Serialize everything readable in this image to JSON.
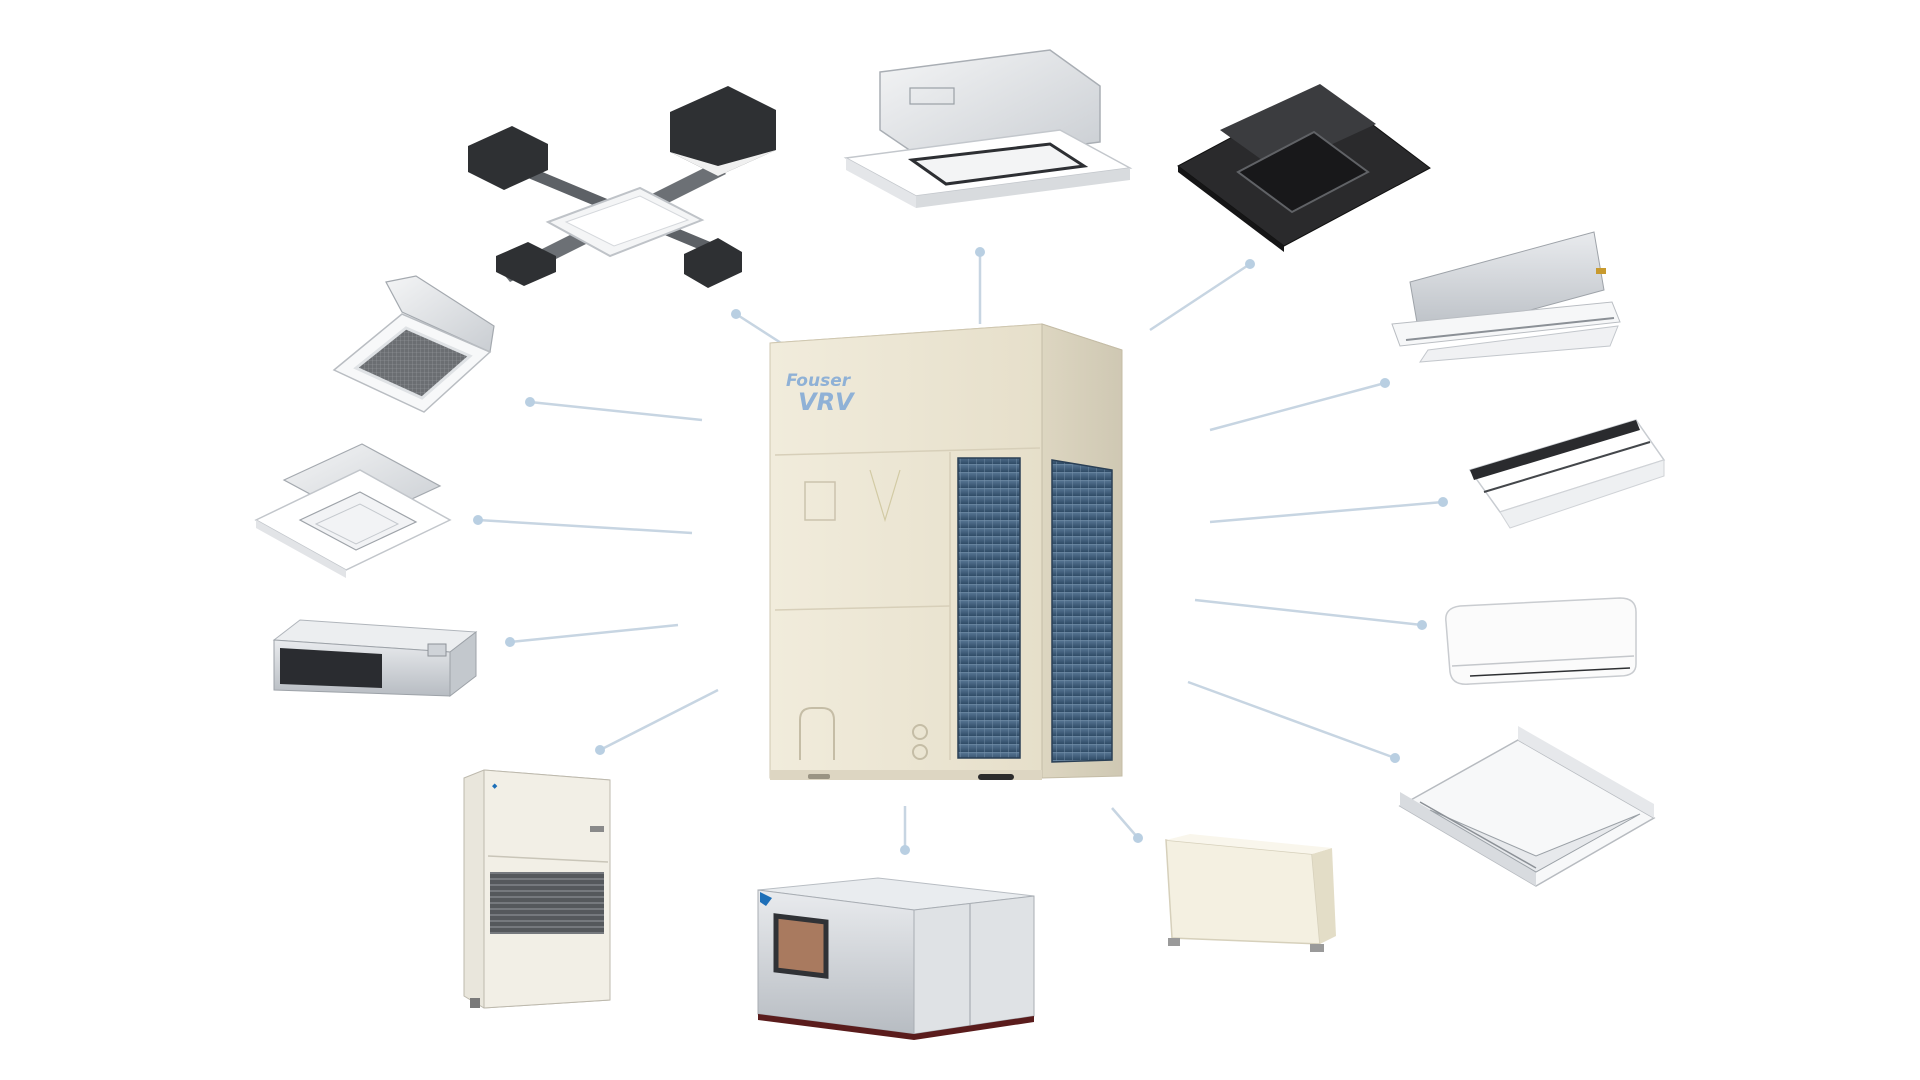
{
  "outdoor_unit": {
    "brand_line1": "Fouser",
    "brand_line2": "VRV"
  },
  "colors": {
    "background": "#ffffff",
    "connector": "#c7d5e2",
    "connector_dot": "#b9cfe2",
    "outdoor_body": "#ebe5d2",
    "coil_grille": "#3f5e7a",
    "brand": "#8fb1d6",
    "black_cassette": "#2a2a2c"
  },
  "indoor_units": [
    {
      "name": "multi-flow-duct-cassette",
      "icon": "four-outlet-duct-cassette-icon"
    },
    {
      "name": "round-flow-cassette-white",
      "icon": "round-flow-cassette-icon"
    },
    {
      "name": "round-flow-cassette-black",
      "icon": "black-cassette-icon"
    },
    {
      "name": "two-way-cassette",
      "icon": "two-way-cassette-icon"
    },
    {
      "name": "one-way-cassette",
      "icon": "one-way-cassette-icon"
    },
    {
      "name": "wall-mounted-unit",
      "icon": "wall-mounted-icon"
    },
    {
      "name": "ceiling-suspended-unit",
      "icon": "ceiling-suspended-icon"
    },
    {
      "name": "floor-standing-unit",
      "icon": "floor-standing-icon"
    },
    {
      "name": "air-handling-unit",
      "icon": "air-handling-unit-icon"
    },
    {
      "name": "floor-standing-packaged-unit",
      "icon": "packaged-unit-icon"
    },
    {
      "name": "ducted-unit",
      "icon": "ducted-unit-icon"
    },
    {
      "name": "compact-cassette",
      "icon": "compact-cassette-icon"
    },
    {
      "name": "square-cassette-grille",
      "icon": "square-cassette-icon"
    }
  ]
}
